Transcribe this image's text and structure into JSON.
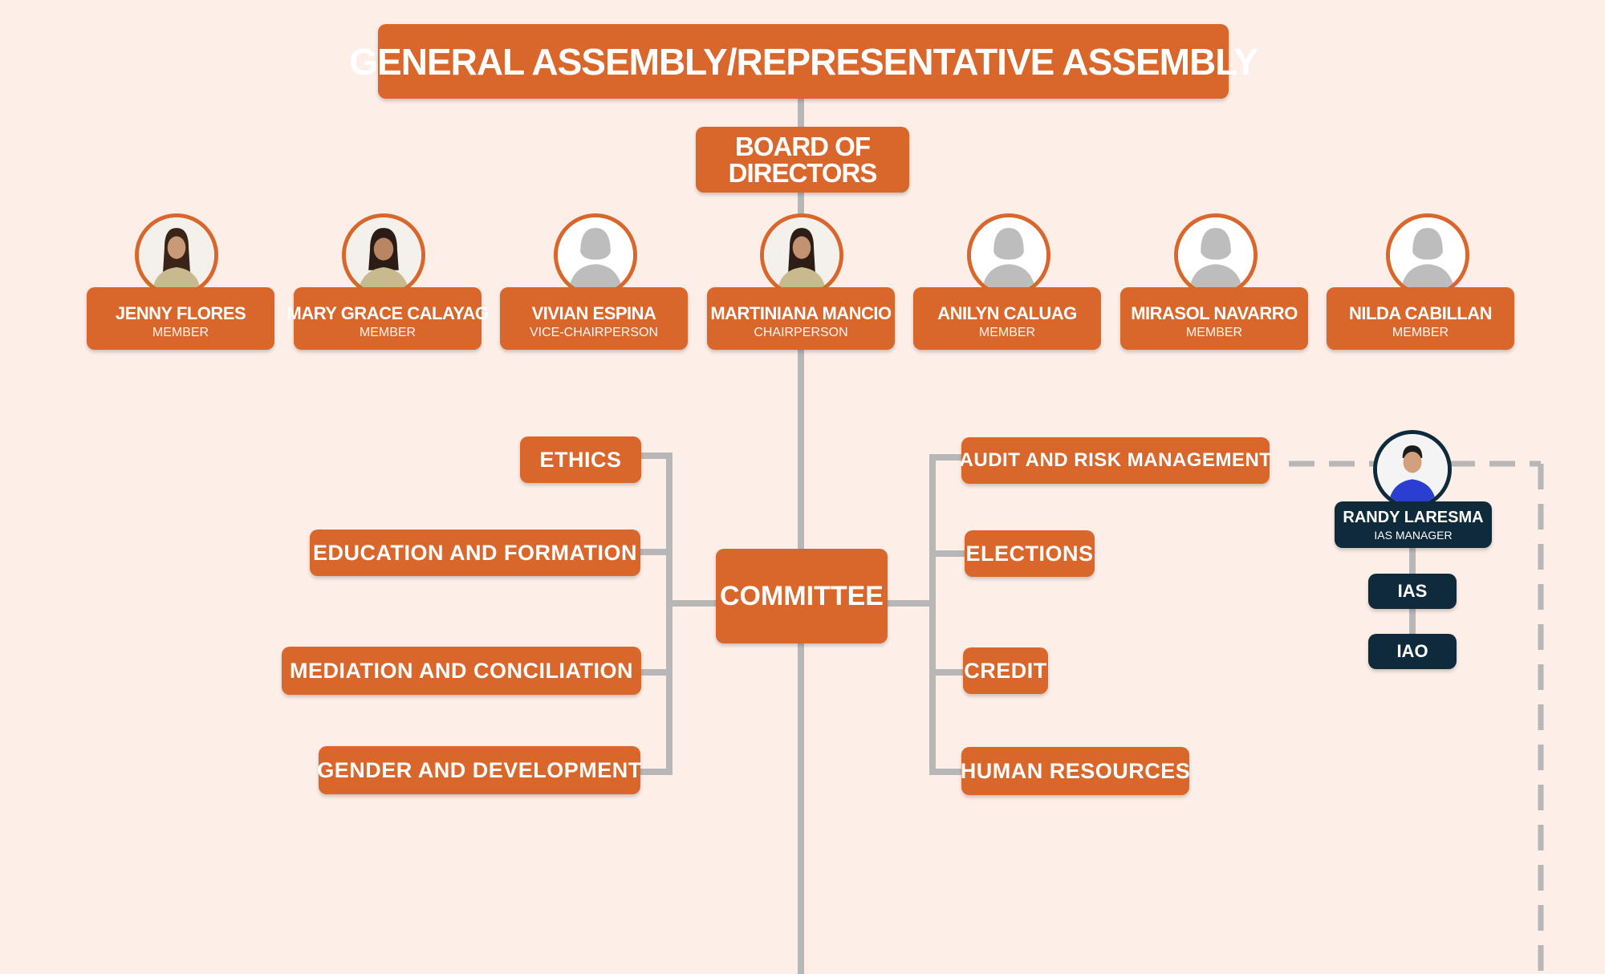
{
  "header": {
    "title": "GENERAL ASSEMBLY/REPRESENTATIVE ASSEMBLY"
  },
  "board": {
    "line1": "BOARD OF",
    "line2": "DIRECTORS"
  },
  "members": [
    {
      "name": "JENNY FLORES",
      "role": "MEMBER",
      "avatar": "photo-woman-icon"
    },
    {
      "name": "MARY GRACE CALAYAG",
      "role": "MEMBER",
      "avatar": "photo-woman-icon"
    },
    {
      "name": "VIVIAN ESPINA",
      "role": "VICE-CHAIRPERSON",
      "avatar": "placeholder-person-icon"
    },
    {
      "name": "MARTINIANA MANCIO",
      "role": "CHAIRPERSON",
      "avatar": "photo-woman-icon"
    },
    {
      "name": "ANILYN CALUAG",
      "role": "MEMBER",
      "avatar": "placeholder-person-icon"
    },
    {
      "name": "MIRASOL NAVARRO",
      "role": "MEMBER",
      "avatar": "placeholder-person-icon"
    },
    {
      "name": "NILDA CABILLAN",
      "role": "MEMBER",
      "avatar": "placeholder-person-icon"
    }
  ],
  "committee": {
    "label": "COMMITTEE",
    "left": [
      "ETHICS",
      "EDUCATION AND FORMATION",
      "MEDIATION AND CONCILIATION",
      "GENDER AND DEVELOPMENT"
    ],
    "right": [
      "AUDIT AND RISK MANAGEMENT",
      "ELECTIONS",
      "CREDIT",
      "HUMAN RESOURCES"
    ]
  },
  "ias": {
    "name": "RANDY LARESMA",
    "role": "IAS MANAGER",
    "avatar": "photo-man-icon",
    "units": [
      "IAS",
      "IAO"
    ]
  },
  "colors": {
    "background": "#fdeee7",
    "accent": "#d9662b",
    "dark": "#0e2a3b",
    "connector": "#b7b7b7"
  }
}
